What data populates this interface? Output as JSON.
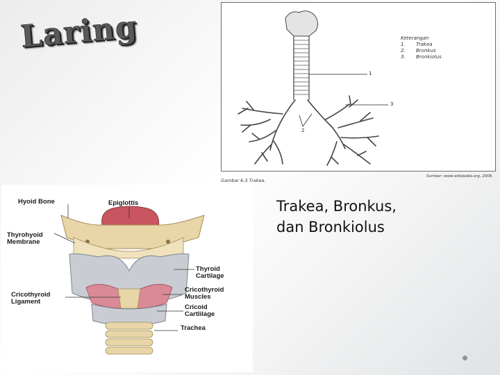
{
  "slide": {
    "title": "Laring",
    "caption_line1": "Trakea, Bronkus,",
    "caption_line2": "dan Bronkiolus"
  },
  "trachea_figure": {
    "legend_title": "Keterangan",
    "legend_items": [
      {
        "num": "1.",
        "label": "Trakea"
      },
      {
        "num": "2.",
        "label": "Bronkus"
      },
      {
        "num": "3.",
        "label": "Bronkiolus"
      }
    ],
    "callouts": [
      "1",
      "2",
      "3"
    ],
    "figure_caption": "Gambar 6.3 Trakea.",
    "source": "Sumber: www.wikipedia.org, 2006."
  },
  "larynx_figure": {
    "labels": {
      "hyoid_bone": "Hyoid Bone",
      "epiglottis": "Epiglottis",
      "thyrohyoid_membrane": "Thyrohyoid\nMembrane",
      "thyroid_cartilage": "Thyroid\nCartilage",
      "cricothyroid_ligament": "Cricothyroid\nLigament",
      "cricothyroid_muscles": "Cricothyroid\nMuscles",
      "cricoid_cartilage": "Cricoid\nCartlilage",
      "trachea": "Trachea"
    }
  },
  "colors": {
    "title_gray": "#5a5a5a",
    "bone": "#e8d6a8",
    "cartilage_gray": "#c9cdd3",
    "muscle_pink": "#d98a96",
    "epiglottis_red": "#c8555f"
  }
}
